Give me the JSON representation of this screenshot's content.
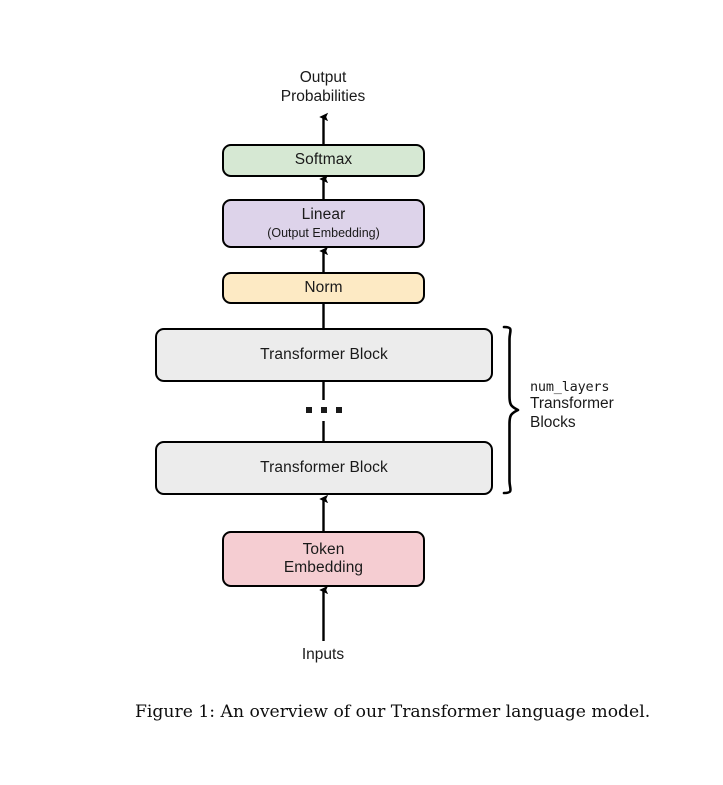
{
  "figure": {
    "caption": "Figure 1: An overview of our Transformer language model.",
    "top_label": "Output\nProbabilities",
    "top_label_line1": "Output",
    "top_label_line2": "Probabilities",
    "bottom_label": "Inputs"
  },
  "nodes": [
    {
      "id": "softmax",
      "title": "Softmax",
      "subtitle": "",
      "color": "#d6e8d3"
    },
    {
      "id": "linear",
      "title": "Linear",
      "subtitle": "(Output Embedding)",
      "color": "#ddd3ea"
    },
    {
      "id": "norm",
      "title": "Norm",
      "subtitle": "",
      "color": "#fdeac4"
    },
    {
      "id": "transformer-block-top",
      "title": "Transformer Block",
      "subtitle": "",
      "color": "#ececec"
    },
    {
      "id": "ellipsis",
      "title": "...",
      "subtitle": "",
      "color": "#000000"
    },
    {
      "id": "transformer-block-bottom",
      "title": "Transformer Block",
      "subtitle": "",
      "color": "#ececec"
    },
    {
      "id": "token-embedding",
      "title": "Token",
      "subtitle": "Embedding",
      "color": "#f5cdd2"
    }
  ],
  "annotation": {
    "mono_text": "num_layers",
    "line2": "Transformer",
    "line3": "Blocks"
  },
  "colors": {
    "stroke": "#000000",
    "text": "#1a1a1a",
    "background": "#ffffff",
    "softmax_fill": "#d6e8d3",
    "linear_fill": "#ddd3ea",
    "norm_fill": "#fdeac4",
    "block_fill": "#ececec",
    "embedding_fill": "#f5cdd2"
  }
}
